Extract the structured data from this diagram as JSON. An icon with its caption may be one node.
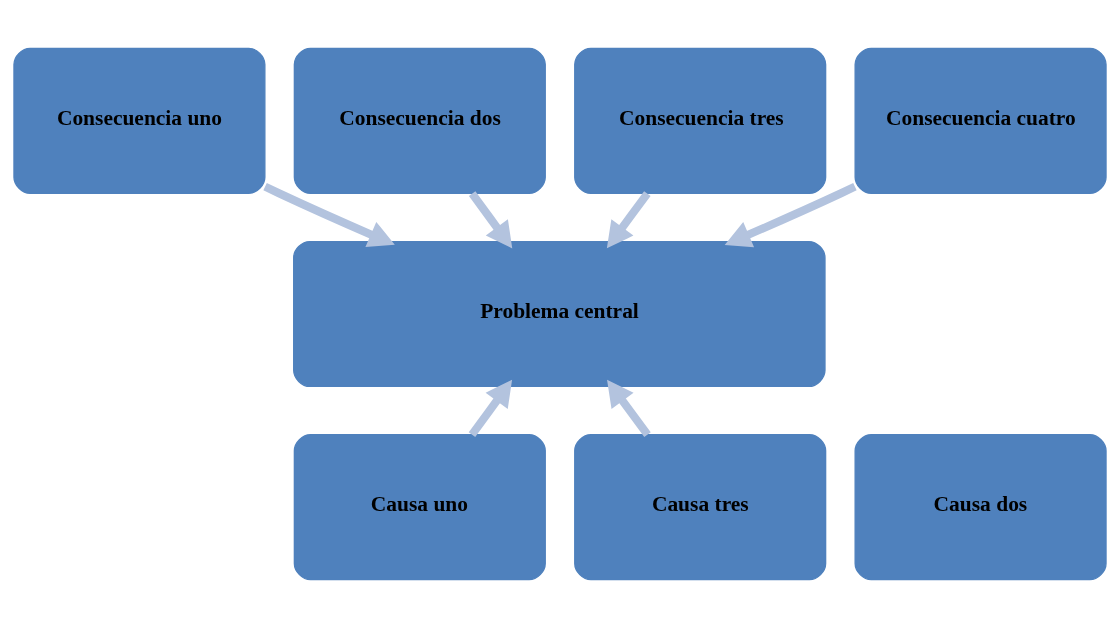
{
  "diagram": {
    "nodes": [
      {
        "text": [
          "Consecuencia uno"
        ]
      },
      {
        "text": [
          "Consecuencia dos"
        ]
      },
      {
        "text": [
          "Consecuencia tres"
        ]
      },
      {
        "text": [
          "Consecuencia cuatro"
        ]
      },
      {
        "text": [
          "Problema central"
        ]
      },
      {
        "text": [
          "Causa uno"
        ]
      },
      {
        "text": [
          "Causa dos"
        ]
      },
      {
        "text": [
          "Causa tres"
        ]
      }
    ],
    "edges": [
      {
        "from": 0,
        "to": 4,
        "arrow": "to"
      },
      {
        "from": 1,
        "to": 4,
        "arrow": "to"
      },
      {
        "from": 2,
        "to": 4,
        "arrow": "to"
      },
      {
        "from": 3,
        "to": 4,
        "arrow": "to"
      },
      {
        "from": 5,
        "to": 4,
        "arrow": "to"
      },
      {
        "from": 7,
        "to": 4,
        "arrow": "to"
      }
    ]
  }
}
